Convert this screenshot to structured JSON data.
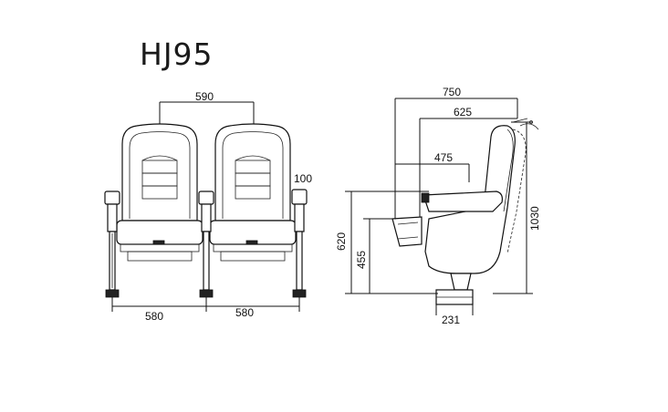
{
  "model": "HJ95",
  "front_view": {
    "seat_spacing": "590",
    "armrest_width": "100",
    "seat_width_left": "580",
    "seat_width_right": "580"
  },
  "side_view": {
    "overall_depth": "750",
    "backrest_depth": "625",
    "armrest_depth": "475",
    "overall_height": "1030",
    "armrest_height": "620",
    "seat_height": "455",
    "base_width": "231"
  }
}
